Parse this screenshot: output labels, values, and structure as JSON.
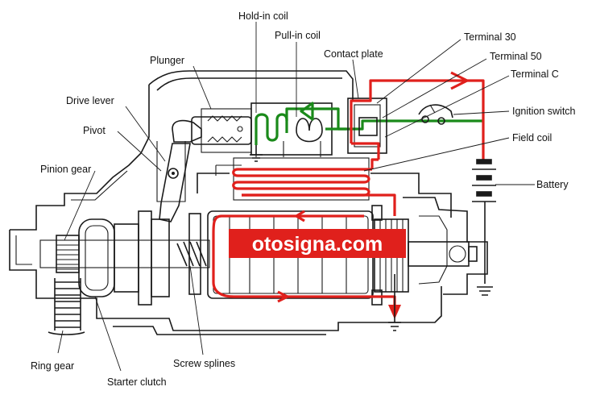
{
  "labels": {
    "hold_in_coil": "Hold-in coil",
    "pull_in_coil": "Pull-in coil",
    "contact_plate": "Contact plate",
    "terminal_30": "Terminal 30",
    "terminal_50": "Terminal 50",
    "terminal_c": "Terminal C",
    "ignition_switch": "Ignition switch",
    "field_coil": "Field coil",
    "battery": "Battery",
    "plunger": "Plunger",
    "drive_lever": "Drive lever",
    "pivot": "Pivot",
    "pinion_gear": "Pinion gear",
    "ring_gear": "Ring gear",
    "starter_clutch": "Starter clutch",
    "screw_splines": "Screw splines"
  },
  "watermark": "otosigna.com",
  "colors": {
    "main_current": "#e0201c",
    "control_current": "#1a8a1a",
    "ink": "#1a1a1a"
  }
}
